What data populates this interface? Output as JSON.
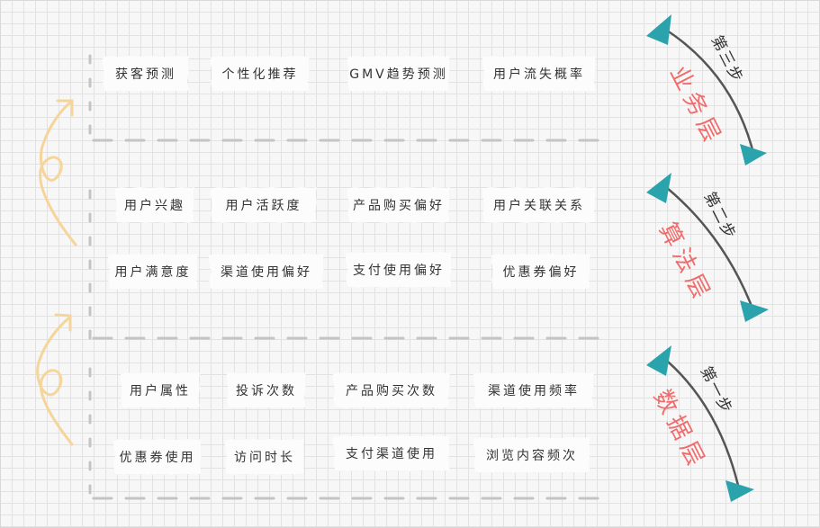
{
  "layers": {
    "business": {
      "step": "第三步",
      "name": "业务层",
      "items": [
        "获客预测",
        "个性化推荐",
        "GMV趋势预测",
        "用户流失概率"
      ]
    },
    "algorithm": {
      "step": "第二步",
      "name": "算法层",
      "items": [
        "用户兴趣",
        "用户活跃度",
        "产品购买偏好",
        "用户关联关系",
        "用户满意度",
        "渠道使用偏好",
        "支付使用偏好",
        "优惠券偏好"
      ]
    },
    "data": {
      "step": "第一步",
      "name": "数据层",
      "items": [
        "用户属性",
        "投诉次数",
        "产品购买次数",
        "渠道使用频率",
        "优惠券使用",
        "访问时长",
        "支付渠道使用",
        "浏览内容频次"
      ]
    }
  },
  "colors": {
    "layer_label": "#f26b6b",
    "arrow_head": "#2aa3ad",
    "curl_arrow": "#f6d59a",
    "dashes": "#c4c4c4"
  }
}
